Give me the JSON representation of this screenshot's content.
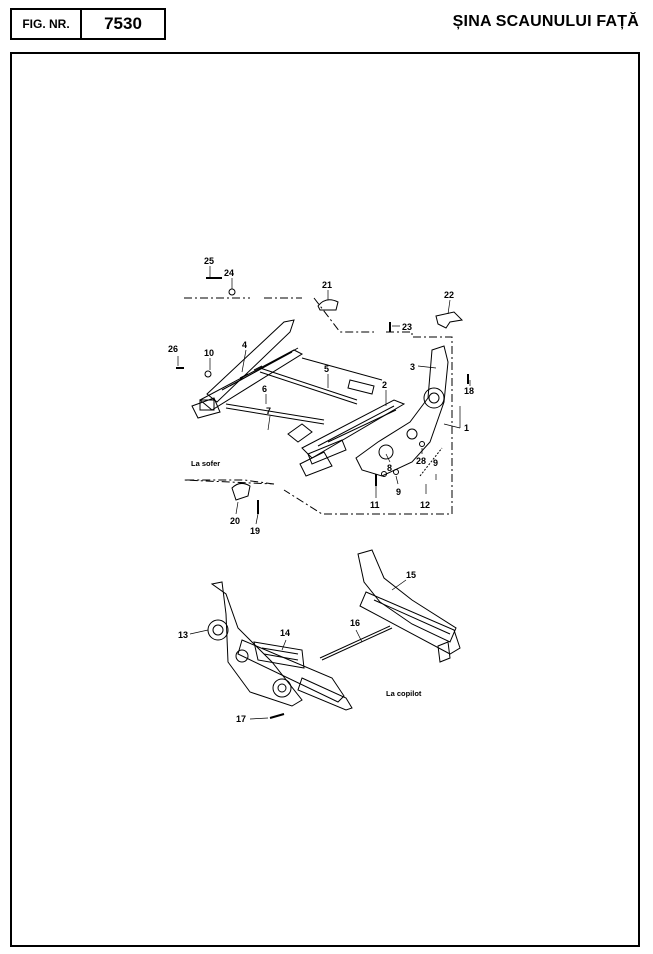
{
  "header": {
    "fig_label": "FIG. NR.",
    "fig_number": "7530",
    "title": "ȘINA SCAUNULUI FAȚĂ"
  },
  "diagram": {
    "driver_label": "La sofer",
    "passenger_label": "La copilot",
    "callouts": [
      "25",
      "24",
      "21",
      "22",
      "23",
      "26",
      "10",
      "4",
      "5",
      "3",
      "18",
      "6",
      "2",
      "7",
      "1",
      "28",
      "9",
      "8",
      "9",
      "11",
      "12",
      "20",
      "19",
      "15",
      "16",
      "13",
      "14",
      "17"
    ]
  }
}
